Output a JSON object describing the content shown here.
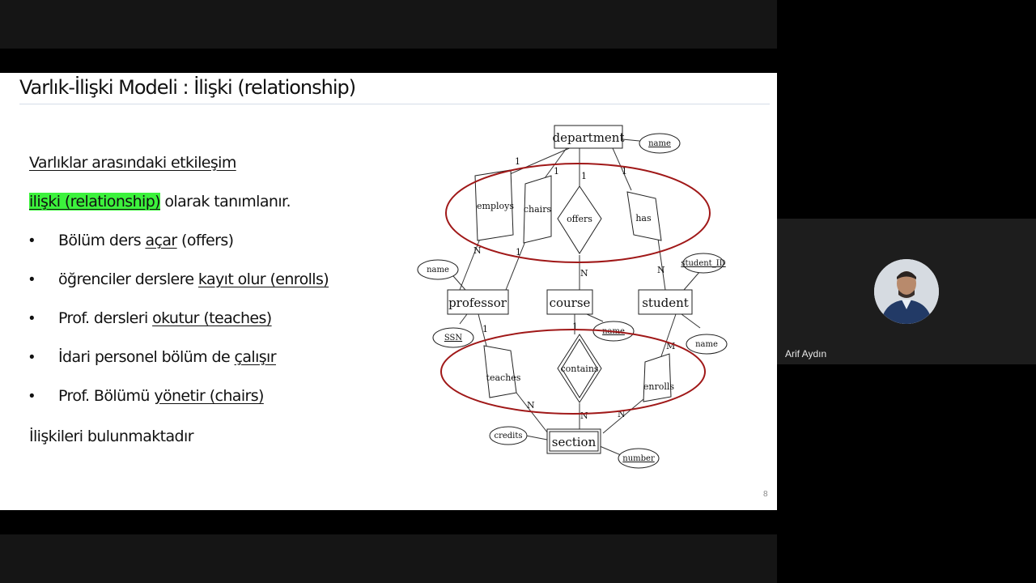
{
  "slide": {
    "title": "Varlık-İlişki Modeli : İlişki (relationship)",
    "intro_line": "Varlıklar arasındaki etkileşim",
    "highlight_text": "ilişki (relationship)",
    "after_highlight": " olarak tanımlanır.",
    "bullets": [
      {
        "plain": "Bölüm ders ",
        "emph": "açar",
        "tail": " (offers)"
      },
      {
        "plain": "öğrenciler derslere ",
        "emph": "kayıt olur (enrolls)",
        "tail": ""
      },
      {
        "plain": "Prof. dersleri ",
        "emph": "okutur (teaches)",
        "tail": ""
      },
      {
        "plain": "İdari personel bölüm de ",
        "emph": "çalışır",
        "tail": ""
      },
      {
        "plain": "Prof. Bölümü ",
        "emph": "yönetir (chairs)",
        "tail": ""
      }
    ],
    "closing_line": "İlişkileri bulunmaktadır",
    "page_number": "8",
    "highlight_color": "#3cf23c"
  },
  "diagram": {
    "entities": {
      "department": "department",
      "professor": "professor",
      "course": "course",
      "student": "student",
      "section": "section"
    },
    "relationships": {
      "employs": "employs",
      "chairs": "chairs",
      "offers": "offers",
      "has": "has",
      "teaches": "teaches",
      "contains": "contains",
      "enrolls": "enrolls"
    },
    "attributes": {
      "dept_name": "name",
      "prof_name": "name",
      "ssn": "SSN",
      "student_id": "student_ID",
      "student_name": "name",
      "course_name": "name",
      "credits": "credits",
      "number": "number"
    },
    "cardinality": {
      "one": "1",
      "n": "N",
      "m": "M"
    },
    "ellipse_color": "#a01818"
  },
  "video": {
    "participant_name": "Arif Aydın"
  }
}
